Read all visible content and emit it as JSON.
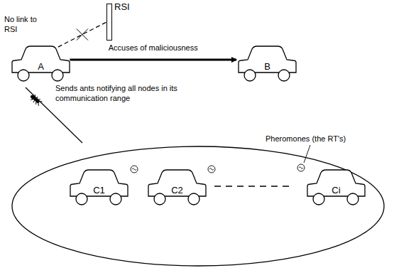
{
  "diagram": {
    "nodes": [
      {
        "text": [
          "RSI"
        ]
      },
      {
        "text": [
          "A"
        ]
      },
      {
        "text": [
          "B"
        ]
      },
      {
        "text": [
          "C1"
        ]
      },
      {
        "text": [
          "C2"
        ]
      },
      {
        "text": [
          "Ci"
        ]
      }
    ],
    "edges": [
      {
        "from": 1,
        "to": 2,
        "label": "Accuses of maliciousness",
        "arrow": "to"
      },
      {
        "from": 1,
        "to": 0,
        "label": "No link to RSI",
        "arrow": "none"
      }
    ],
    "labels": [
      "Sends ants notifying all nodes in its communication range",
      "Pheromones (the RT's)"
    ]
  }
}
